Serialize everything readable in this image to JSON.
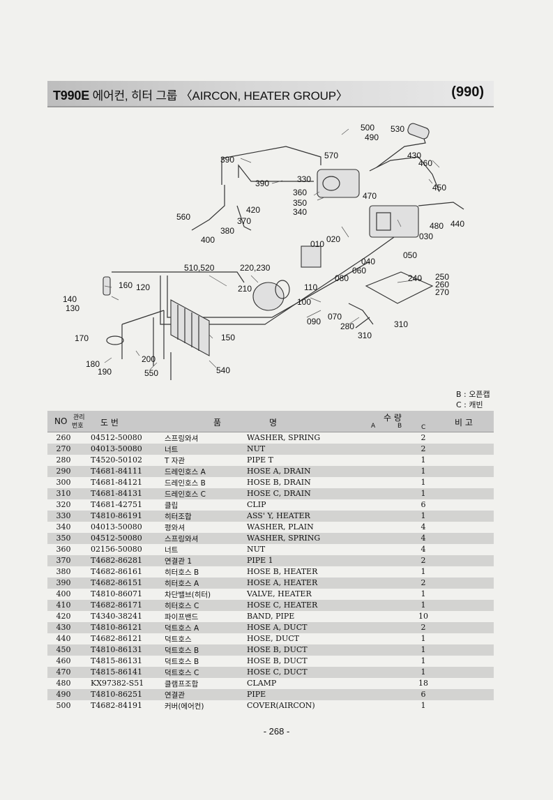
{
  "header": {
    "code": "T990E",
    "title": "에어컨, 히터 그룹 〈AIRCON, HEATER GROUP〉",
    "group": "(990)"
  },
  "diagram": {
    "labels": [
      "500",
      "490",
      "530",
      "570",
      "430",
      "460",
      "390",
      "390",
      "330",
      "360",
      "350",
      "340",
      "470",
      "450",
      "420",
      "560",
      "370",
      "380",
      "400",
      "480",
      "440",
      "030",
      "010",
      "020",
      "050",
      "040",
      "060",
      "510,520",
      "220,230",
      "080",
      "240",
      "250",
      "260",
      "270",
      "160",
      "120",
      "210",
      "110",
      "140",
      "130",
      "100",
      "090",
      "070",
      "280",
      "310",
      "310",
      "170",
      "150",
      "180",
      "190",
      "200",
      "550",
      "540"
    ]
  },
  "legend": {
    "b": "B : 오픈캡",
    "c": "C : 캐빈"
  },
  "table": {
    "headers": {
      "no": "NO",
      "ref_top": "관리",
      "ref_bottom": "번호",
      "part": "도        번",
      "name_left": "품",
      "name_right": "명",
      "qty": "수    량",
      "qty_a": "A",
      "qty_b": "B",
      "qty_c": "C",
      "remarks": "비 고"
    },
    "rows": [
      {
        "no": "260",
        "part": "04512-50080",
        "ko": "스프링와셔",
        "en": "WASHER, SPRING",
        "qty": "2"
      },
      {
        "no": "270",
        "part": "04013-50080",
        "ko": "너트",
        "en": "NUT",
        "qty": "2"
      },
      {
        "no": "280",
        "part": "T4520-50102",
        "ko": "T 자관",
        "en": "PIPE T",
        "qty": "1"
      },
      {
        "no": "290",
        "part": "T4681-84111",
        "ko": "드레인호스 A",
        "en": "HOSE A, DRAIN",
        "qty": "1"
      },
      {
        "no": "300",
        "part": "T4681-84121",
        "ko": "드레인호스 B",
        "en": "HOSE B, DRAIN",
        "qty": "1"
      },
      {
        "no": "310",
        "part": "T4681-84131",
        "ko": "드레인호스 C",
        "en": "HOSE C, DRAIN",
        "qty": "1"
      },
      {
        "no": "320",
        "part": "T4681-42751",
        "ko": "클립",
        "en": "CLIP",
        "qty": "6"
      },
      {
        "no": "330",
        "part": "T4810-86191",
        "ko": "히터조합",
        "en": "ASS' Y, HEATER",
        "qty": "1"
      },
      {
        "no": "340",
        "part": "04013-50080",
        "ko": "평와셔",
        "en": "WASHER, PLAIN",
        "qty": "4"
      },
      {
        "no": "350",
        "part": "04512-50080",
        "ko": "스프링와셔",
        "en": "WASHER, SPRING",
        "qty": "4"
      },
      {
        "no": "360",
        "part": "02156-50080",
        "ko": "너트",
        "en": "NUT",
        "qty": "4"
      },
      {
        "no": "370",
        "part": "T4682-86281",
        "ko": "연결관 1",
        "en": "PIPE 1",
        "qty": "2"
      },
      {
        "no": "380",
        "part": "T4682-86161",
        "ko": "히터호스 B",
        "en": "HOSE B, HEATER",
        "qty": "1"
      },
      {
        "no": "390",
        "part": "T4682-86151",
        "ko": "히터호스 A",
        "en": "HOSE A, HEATER",
        "qty": "2"
      },
      {
        "no": "400",
        "part": "T4810-86071",
        "ko": "차단밸브(히터)",
        "en": "VALVE, HEATER",
        "qty": "1"
      },
      {
        "no": "410",
        "part": "T4682-86171",
        "ko": "히터호스 C",
        "en": "HOSE C, HEATER",
        "qty": "1"
      },
      {
        "no": "420",
        "part": "T4340-38241",
        "ko": "파이프밴드",
        "en": "BAND, PIPE",
        "qty": "10"
      },
      {
        "no": "430",
        "part": "T4810-86121",
        "ko": "덕트호스 A",
        "en": "HOSE A, DUCT",
        "qty": "2"
      },
      {
        "no": "440",
        "part": "T4682-86121",
        "ko": "덕트호스",
        "en": "HOSE, DUCT",
        "qty": "1"
      },
      {
        "no": "450",
        "part": "T4810-86131",
        "ko": "덕트호스 B",
        "en": "HOSE B, DUCT",
        "qty": "1"
      },
      {
        "no": "460",
        "part": "T4815-86131",
        "ko": "덕트호스 B",
        "en": "HOSE B, DUCT",
        "qty": "1"
      },
      {
        "no": "470",
        "part": "T4815-86141",
        "ko": "덕트호스 C",
        "en": "HOSE C, DUCT",
        "qty": "1"
      },
      {
        "no": "480",
        "part": "KX97382-S51",
        "ko": "클램프조합",
        "en": "CLAMP",
        "qty": "18"
      },
      {
        "no": "490",
        "part": "T4810-86251",
        "ko": "연결관",
        "en": "PIPE",
        "qty": "6"
      },
      {
        "no": "500",
        "part": "T4682-84191",
        "ko": "커버(에어컨)",
        "en": "COVER(AIRCON)",
        "qty": "1"
      }
    ]
  },
  "footer": {
    "page": "- 268 -"
  }
}
